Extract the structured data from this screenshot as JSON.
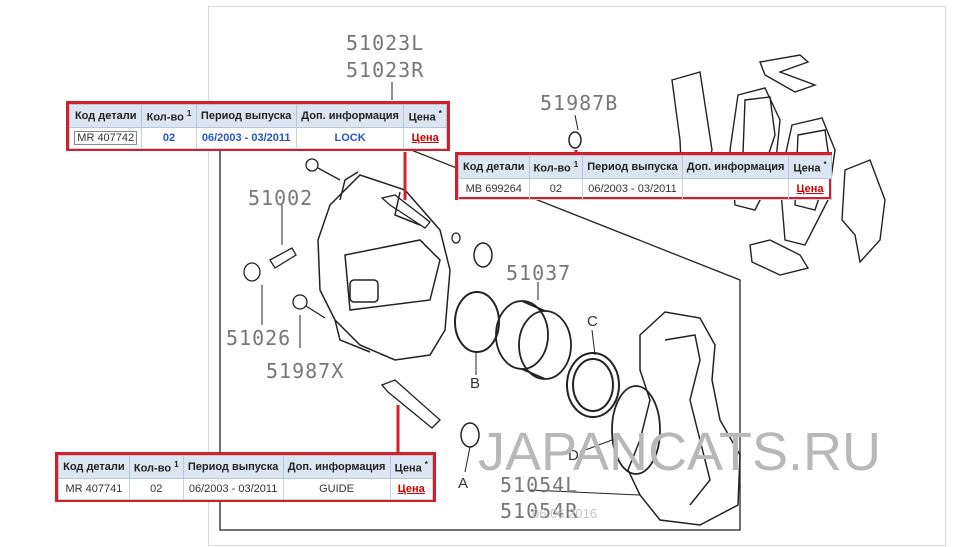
{
  "diagram": {
    "part_labels": [
      "51023L",
      "51023R",
      "51987B",
      "51002",
      "51037",
      "51026",
      "51987X",
      "51054L",
      "51054R"
    ],
    "letters": [
      "A",
      "B",
      "C",
      "D"
    ],
    "watermark": "JAPANCATS.RU",
    "watermark_date": "06.06.2016"
  },
  "tables": [
    {
      "headers": {
        "code": "Код детали",
        "qty": "Кол-во",
        "qty_sup": "1",
        "period": "Период выпуска",
        "info": "Доп. информация",
        "price": "Цена",
        "price_sup": "*"
      },
      "row": {
        "code": "MR 407742",
        "qty": "02",
        "period": "06/2003 - 03/2011",
        "info": "LOCK",
        "price": "Цена"
      }
    },
    {
      "headers": {
        "code": "Код детали",
        "qty": "Кол-во",
        "qty_sup": "1",
        "period": "Период выпуска",
        "info": "Доп. информация",
        "price": "Цена",
        "price_sup": "*"
      },
      "row": {
        "code": "MB 699264",
        "qty": "02",
        "period": "06/2003 - 03/2011",
        "info": "",
        "price": "Цена"
      }
    },
    {
      "headers": {
        "code": "Код детали",
        "qty": "Кол-во",
        "qty_sup": "1",
        "period": "Период выпуска",
        "info": "Доп. информация",
        "price": "Цена",
        "price_sup": "*"
      },
      "row": {
        "code": "MR 407741",
        "qty": "02",
        "period": "06/2003 - 03/2011",
        "info": "GUIDE",
        "price": "Цена"
      }
    }
  ],
  "colors": {
    "highlight": "#d41f2a",
    "header_bg": "#dce6f2",
    "link": "#cc0000",
    "accent_blue": "#2a56c6"
  }
}
